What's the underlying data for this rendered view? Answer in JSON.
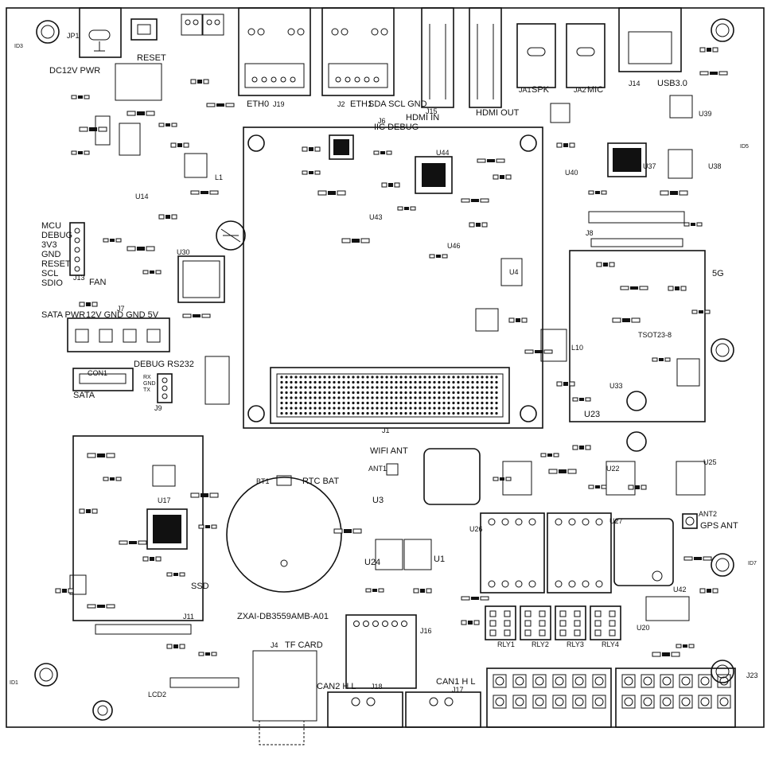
{
  "board_id": "ZXAI-DB3559AMB-A01",
  "labels": {
    "dc12v_pwr": "DC12V PWR",
    "jp1": "JP1",
    "reset": "RESET",
    "eth0": "ETH0",
    "j19": "J19",
    "j2": "J2",
    "eth1": "ETH1",
    "hdmi_in": "HDMI IN",
    "hdmi_out": "HDMI OUT",
    "j15": "J15",
    "j14": "J14",
    "usb30": "USB3.0",
    "ja1": "JA1",
    "spk": "SPK",
    "ja2": "JA2",
    "mic": "MIC",
    "iic": "SDA SCL GND",
    "iic_debug": "IIC DEBUG",
    "j6": "J6",
    "mcu_debug": [
      "MCU",
      "DEBUG",
      "3V3",
      "GND",
      "RESET",
      "SCL",
      "SDIO"
    ],
    "j13": "J13",
    "fan": "FAN",
    "sata_pwr": "SATA PWR",
    "sata_pwr_pins": "12V GND GND 5V",
    "j7": "J7",
    "debug_rs232": "DEBUG RS232",
    "con1": "CON1",
    "sata": "SATA",
    "j9": "J9",
    "rxgndtx": [
      "RX",
      "GND",
      "TX"
    ],
    "u44": "U44",
    "u43": "U43",
    "u46": "U46",
    "u4": "U4",
    "j8": "J8",
    "fiveg": "5G",
    "tsot": "TSOT23-8",
    "u23": "U23",
    "u33": "U33",
    "u37": "U37",
    "u38": "U38",
    "u39": "U39",
    "u40": "U40",
    "l10": "L10",
    "wifi_ant": "WIFI ANT",
    "ant1": "ANT1",
    "u3": "U3",
    "rtc_bat": "RTC BAT",
    "bt1": "BT1",
    "ssd": "SSD",
    "j11": "J11",
    "u17": "U17",
    "j4": "J4",
    "tf_card": "TF CARD",
    "lcd2": "LCD2",
    "can2": "CAN2 H L",
    "j18": "J18",
    "can1": "CAN1 H L",
    "j17": "J17",
    "j16": "J16",
    "u26": "U26",
    "u27": "U27",
    "u42": "U42",
    "ant2": "ANT2",
    "gps_ant": "GPS ANT",
    "u24": "U24",
    "u1": "U1",
    "u22": "U22",
    "u25": "U25",
    "u20": "U20",
    "rly": [
      "RLY1",
      "RLY2",
      "RLY3",
      "RLY4"
    ],
    "j23": "J23",
    "j1": "J1",
    "l1": "L1",
    "u30": "U30",
    "u14": "U14",
    "id": [
      "ID3",
      "ID5",
      "ID7",
      "ID1"
    ]
  }
}
